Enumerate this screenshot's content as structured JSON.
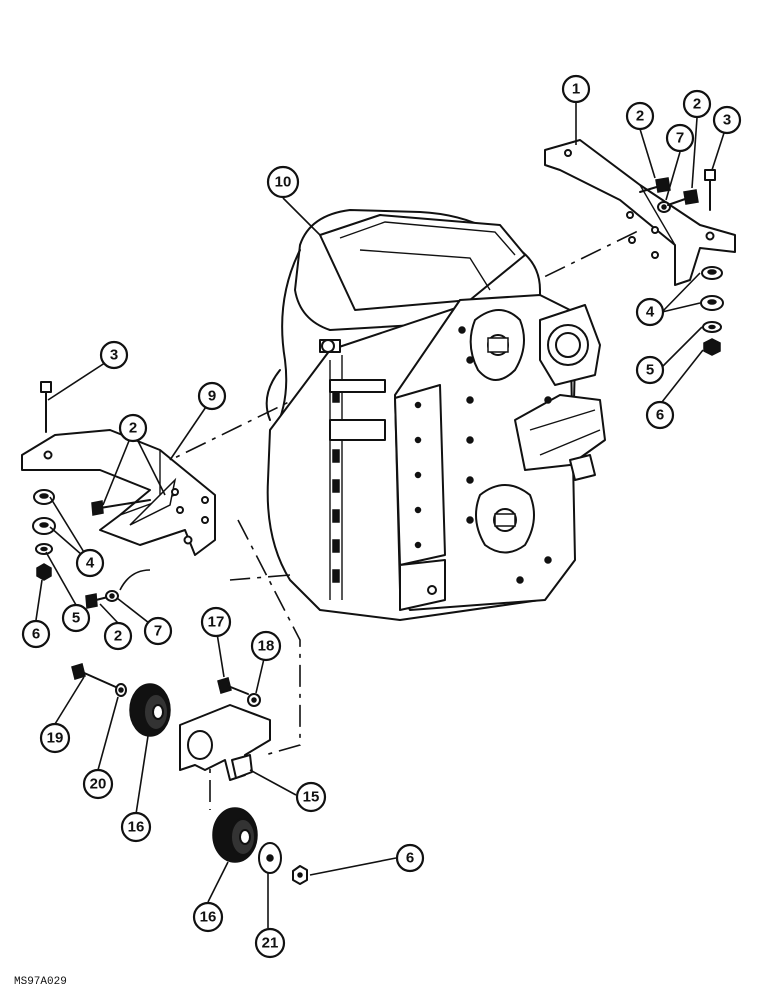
{
  "figure_id": "MS97A029",
  "callouts": [
    {
      "id": "c1",
      "label": "1"
    },
    {
      "id": "c2a",
      "label": "2"
    },
    {
      "id": "c2b",
      "label": "2"
    },
    {
      "id": "c7a",
      "label": "7"
    },
    {
      "id": "c3a",
      "label": "3"
    },
    {
      "id": "c10",
      "label": "10"
    },
    {
      "id": "c4a",
      "label": "4"
    },
    {
      "id": "c5a",
      "label": "5"
    },
    {
      "id": "c6a",
      "label": "6"
    },
    {
      "id": "c3b",
      "label": "3"
    },
    {
      "id": "c9",
      "label": "9"
    },
    {
      "id": "c2c",
      "label": "2"
    },
    {
      "id": "c4b",
      "label": "4"
    },
    {
      "id": "c6b",
      "label": "6"
    },
    {
      "id": "c5b",
      "label": "5"
    },
    {
      "id": "c2d",
      "label": "2"
    },
    {
      "id": "c7b",
      "label": "7"
    },
    {
      "id": "c17",
      "label": "17"
    },
    {
      "id": "c18",
      "label": "18"
    },
    {
      "id": "c19",
      "label": "19"
    },
    {
      "id": "c20",
      "label": "20"
    },
    {
      "id": "c15",
      "label": "15"
    },
    {
      "id": "c16a",
      "label": "16"
    },
    {
      "id": "c6c",
      "label": "6"
    },
    {
      "id": "c16b",
      "label": "16"
    },
    {
      "id": "c21",
      "label": "21"
    }
  ]
}
